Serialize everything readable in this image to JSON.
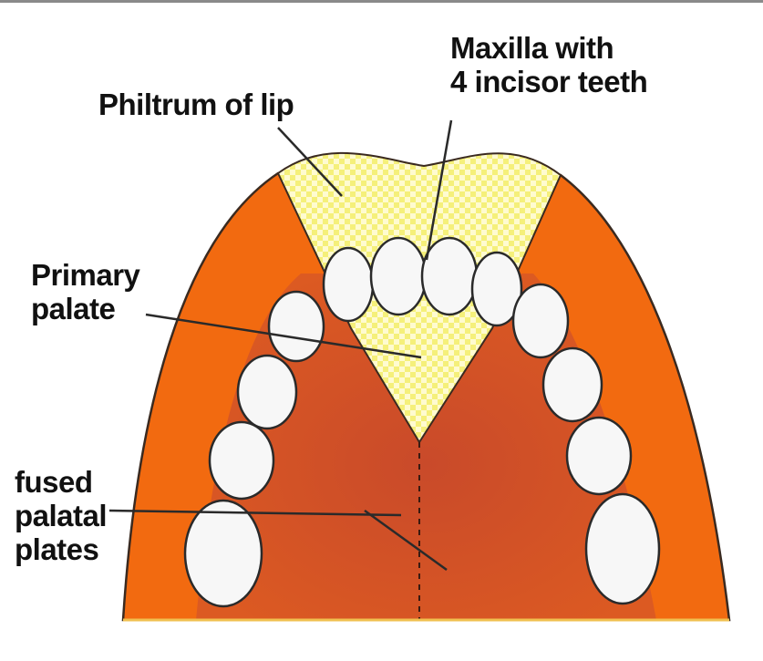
{
  "labels": {
    "maxilla": {
      "line1": "Maxilla with",
      "line2": "4 incisor teeth"
    },
    "philtrum": "Philtrum of lip",
    "primary_palate": {
      "line1": "Primary",
      "line2": "palate"
    },
    "fused": {
      "line1": "fused",
      "line2": "palatal",
      "line3": "plates"
    }
  },
  "colors": {
    "outer_palate": "#f26a10",
    "inner_palate": "#d8502a",
    "premaxilla": "#f5f07a",
    "tooth": "#f7f7f7",
    "outline": "#3a2a20"
  }
}
